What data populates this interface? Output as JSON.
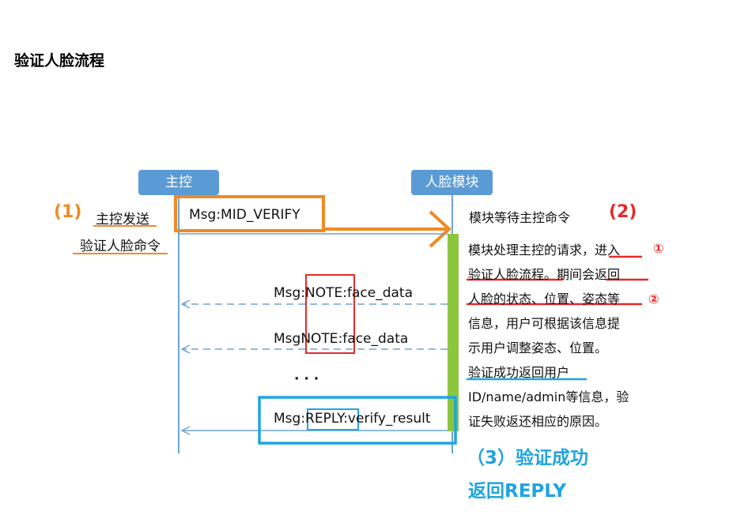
{
  "title": "验证人脸流程",
  "lanes": {
    "host": "主控",
    "module": "人脸模块"
  },
  "step1": {
    "label": "(1)",
    "line1": "主控发送",
    "line2": "验证人脸命令"
  },
  "step2": {
    "label": "(2)",
    "wait_text": "模块等待主控命令"
  },
  "messages": {
    "verify": "Msg:MID_VERIFY",
    "note1_prefix": "Msg:",
    "note1_type": "NOTE",
    "note1_suffix": ":face_data",
    "note2_prefix": "Msg",
    "note2_type": "NOTE",
    "note2_suffix": ":face_data",
    "ellipsis": "· · ·",
    "reply_prefix": "Msg:",
    "reply_type": "REPLY",
    "reply_suffix": ":verify_result"
  },
  "description": {
    "line1": "模块处理主控的请求，进入",
    "line2": "验证人脸流程。期间会返回",
    "line3": "人脸的状态、位置、姿态等",
    "line4": "信息，用户可根据该信息提",
    "line5": "示用户调整姿态、位置。",
    "line6": "验证成功返回用户",
    "line7": "ID/name/admin等信息，验",
    "line8": "证失败返还相应的原因。",
    "marker1": "①",
    "marker2": "②"
  },
  "step3": {
    "line1": "（3）验证成功",
    "line2": "返回REPLY"
  },
  "colors": {
    "lane_head": "#5b9bd5",
    "orange": "#f08a24",
    "red": "#e8292b",
    "blue": "#1fa4e0",
    "green": "#8cc63f",
    "lifeline": "#6fa3d6"
  }
}
